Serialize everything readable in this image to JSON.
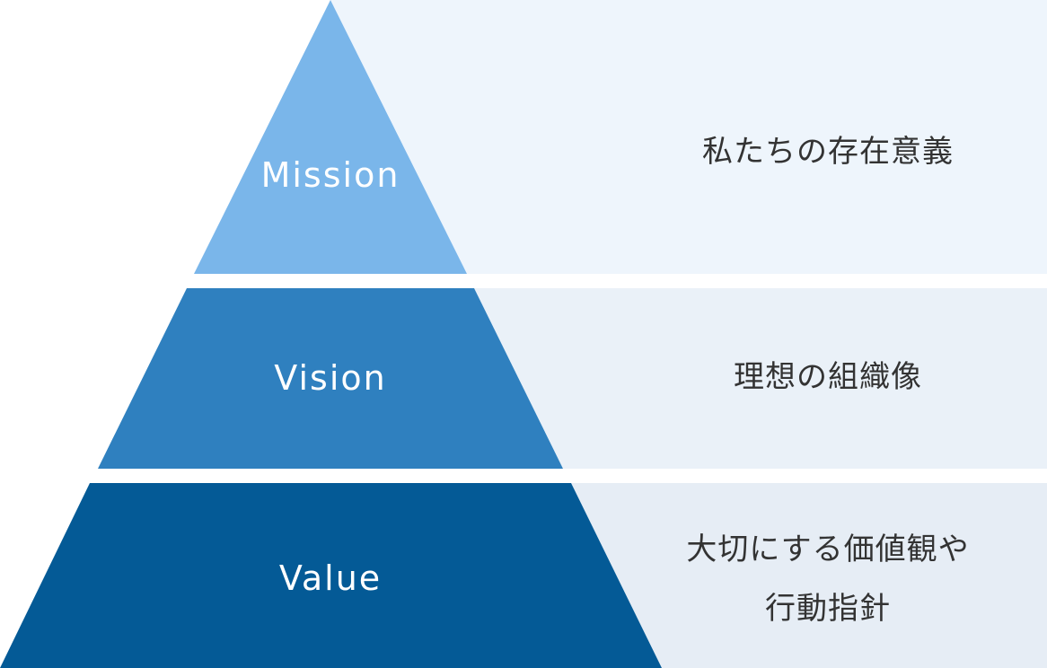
{
  "tiers": [
    {
      "label": "Mission",
      "description_lines": [
        "私たちの存在意義"
      ],
      "shape_color": "#7ab6ea",
      "panel_color": "#eef5fc"
    },
    {
      "label": "Vision",
      "description_lines": [
        "理想の組織像"
      ],
      "shape_color": "#2f80bf",
      "panel_color": "#eaf1f8"
    },
    {
      "label": "Value",
      "description_lines": [
        "大切にする価値観や",
        "行動指針"
      ],
      "shape_color": "#045a96",
      "panel_color": "#e6edf5"
    }
  ]
}
